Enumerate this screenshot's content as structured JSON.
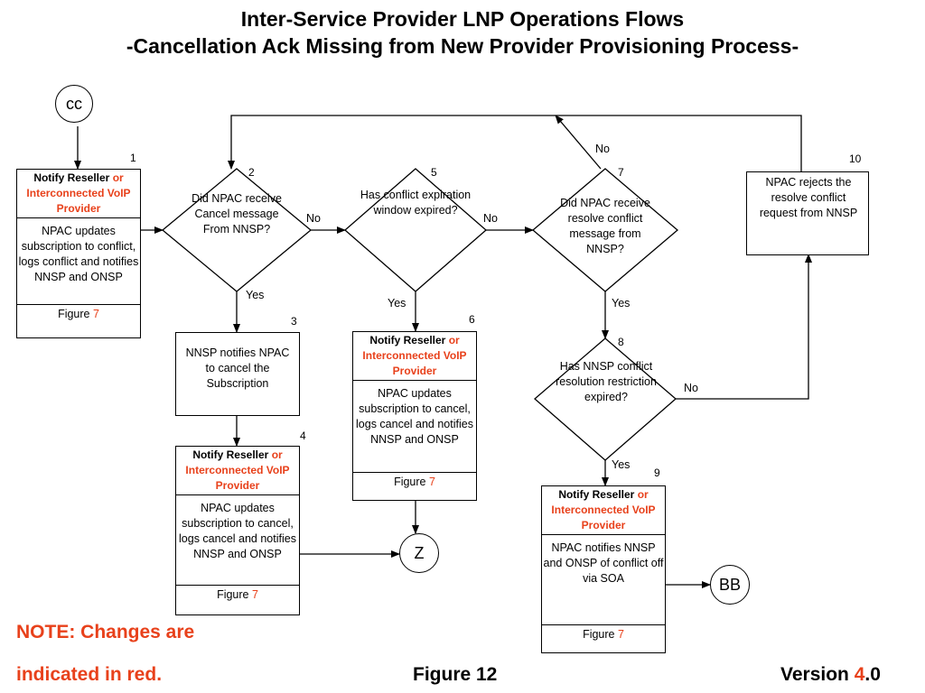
{
  "title_line1": "Inter-Service Provider LNP Operations Flows",
  "title_line2": "-Cancellation Ack Missing from New Provider Provisioning Process-",
  "connectors": {
    "cc": "cc",
    "z": "Z",
    "bb": "BB"
  },
  "notify_header": {
    "a": "Notify Reseller ",
    "b": "or",
    "c": "Interconnected VoIP Provider"
  },
  "figure_prefix": "Figure ",
  "figure_ref": "7",
  "step1": {
    "num": "1",
    "body": "NPAC updates subscription to conflict, logs conflict and notifies NNSP and ONSP"
  },
  "step2": {
    "num": "2",
    "text": "Did NPAC receive Cancel message From NNSP?"
  },
  "step3": {
    "num": "3",
    "text": "NNSP notifies NPAC to cancel the Subscription"
  },
  "step4": {
    "num": "4",
    "body": "NPAC updates subscription to cancel, logs cancel and notifies NNSP and ONSP"
  },
  "step5": {
    "num": "5",
    "text": "Has conflict expiration window expired?"
  },
  "step6": {
    "num": "6",
    "body": "NPAC updates subscription to cancel, logs cancel and notifies NNSP and ONSP"
  },
  "step7": {
    "num": "7",
    "text": "Did NPAC receive resolve conflict message from NNSP?"
  },
  "step8": {
    "num": "8",
    "text": "Has NNSP conflict resolution restriction expired?"
  },
  "step9": {
    "num": "9",
    "body": "NPAC notifies NNSP and ONSP of conflict off via SOA"
  },
  "step10": {
    "num": "10",
    "text": "NPAC rejects the resolve conflict request from NNSP"
  },
  "labels": {
    "yes": "Yes",
    "no": "No"
  },
  "note_line1": "NOTE:  Changes are",
  "note_line2": "indicated in red.",
  "figure_label": "Figure 12",
  "version": {
    "prefix": "Version ",
    "major": "4",
    "suffix": ".0"
  }
}
